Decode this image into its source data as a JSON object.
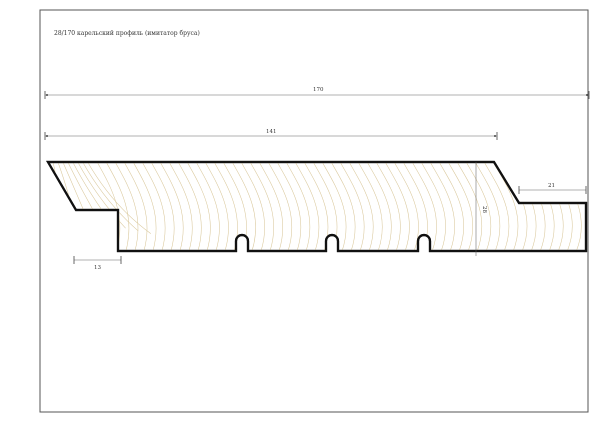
{
  "title": "28/170 карельский профиль (имитатор бруса)",
  "dimensions": {
    "overall_width": "170",
    "face_width": "141",
    "tongue": "21",
    "thickness": "28",
    "groove": "13"
  },
  "colors": {
    "outline": "#111111",
    "wood_grain": "#d9c79a",
    "frame": "#555555",
    "dimension": "#666666"
  }
}
